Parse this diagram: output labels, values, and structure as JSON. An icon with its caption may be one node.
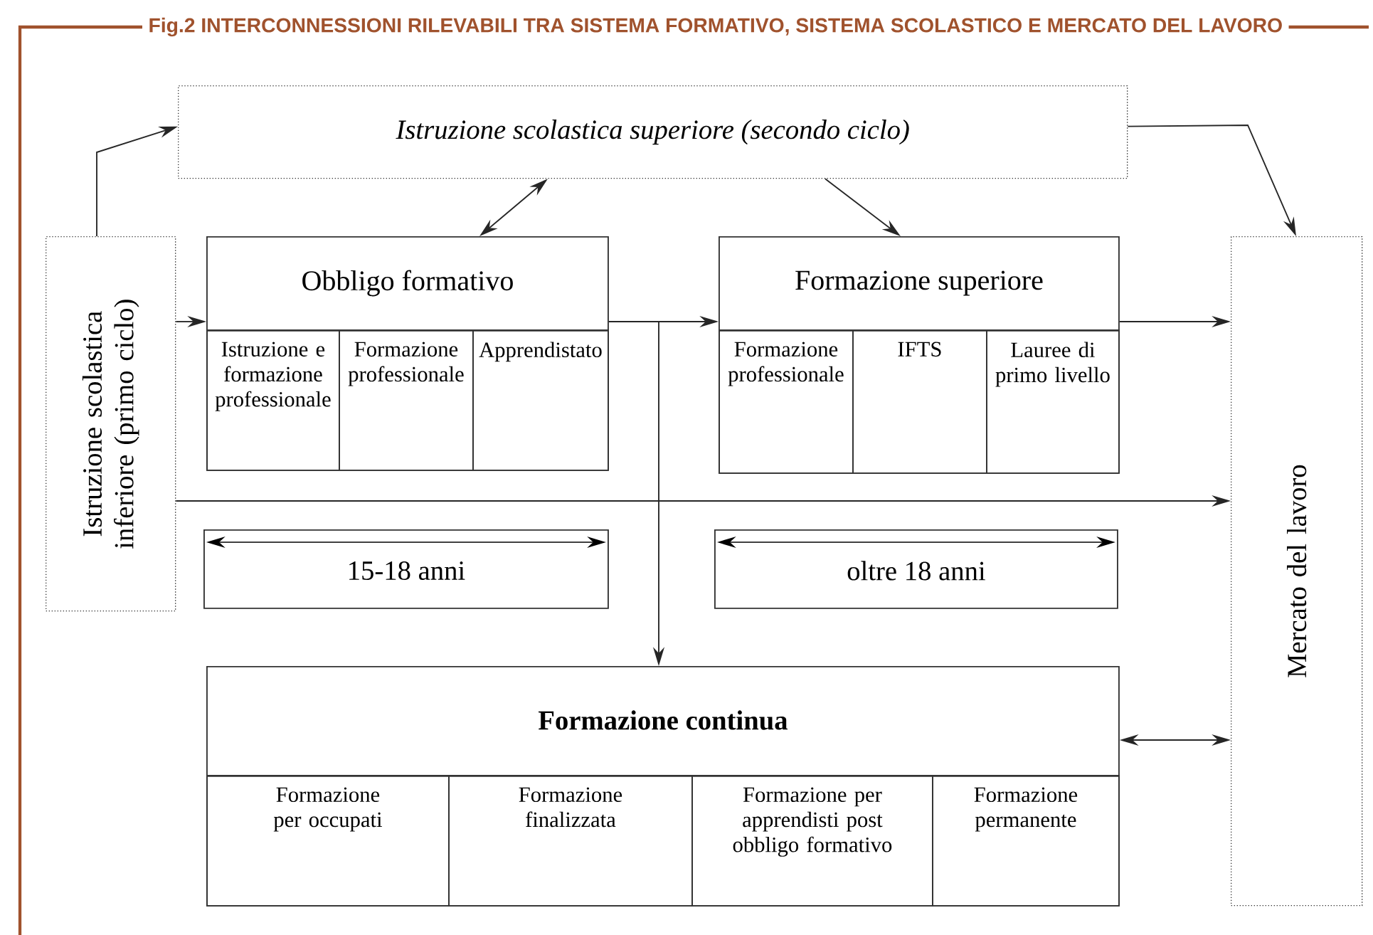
{
  "diagram": {
    "title": "Fig.2 INTERCONNESSIONI RILEVABILI TRA SISTEMA FORMATIVO, SISTEMA SCOLASTICO E MERCATO DEL LAVORO",
    "nodes": [
      {
        "text": [
          "Istruzione scolastica superiore (secondo ciclo)"
        ]
      },
      {
        "text": [
          "Istruzione scolastica inferiore (primo ciclo)"
        ]
      },
      {
        "text": [
          "Obbligo formativo"
        ]
      },
      {
        "text": [
          "Istruzione e formazione professionale"
        ],
        "in": 2
      },
      {
        "text": [
          "Formazione professionale"
        ],
        "in": 2
      },
      {
        "text": [
          "Apprendistato"
        ],
        "in": 2
      },
      {
        "text": [
          "Formazione superiore"
        ]
      },
      {
        "text": [
          "Formazione professionale"
        ],
        "in": 6
      },
      {
        "text": [
          "IFTS"
        ],
        "in": 6
      },
      {
        "text": [
          "Lauree di primo livello"
        ],
        "in": 6
      },
      {
        "text": [
          "15-18 anni"
        ]
      },
      {
        "text": [
          "oltre 18 anni"
        ]
      },
      {
        "text": [
          "Formazione continua"
        ]
      },
      {
        "text": [
          "Formazione per occupati"
        ],
        "in": 12
      },
      {
        "text": [
          "Formazione finalizzata"
        ],
        "in": 12
      },
      {
        "text": [
          "Formazione per apprendisti post obbligo formativo"
        ],
        "in": 12
      },
      {
        "text": [
          "Formazione permanente"
        ],
        "in": 12
      },
      {
        "text": [
          "Mercato del lavoro"
        ]
      }
    ],
    "edges": [
      {
        "from": 1,
        "to": 0,
        "arrow": "to"
      },
      {
        "from": 0,
        "to": 2,
        "arrow": "both"
      },
      {
        "from": 0,
        "to": 6,
        "arrow": "to"
      },
      {
        "from": 0,
        "to": 17,
        "arrow": "to"
      },
      {
        "from": 1,
        "to": 2,
        "arrow": "to"
      },
      {
        "from": 2,
        "to": 6,
        "arrow": "to"
      },
      {
        "from": 2,
        "to": 12,
        "arrow": "to"
      },
      {
        "from": 6,
        "to": 17,
        "arrow": "to"
      },
      {
        "from": 1,
        "to": 17,
        "arrow": "to"
      },
      {
        "from": 12,
        "to": 17,
        "arrow": "both"
      }
    ]
  }
}
